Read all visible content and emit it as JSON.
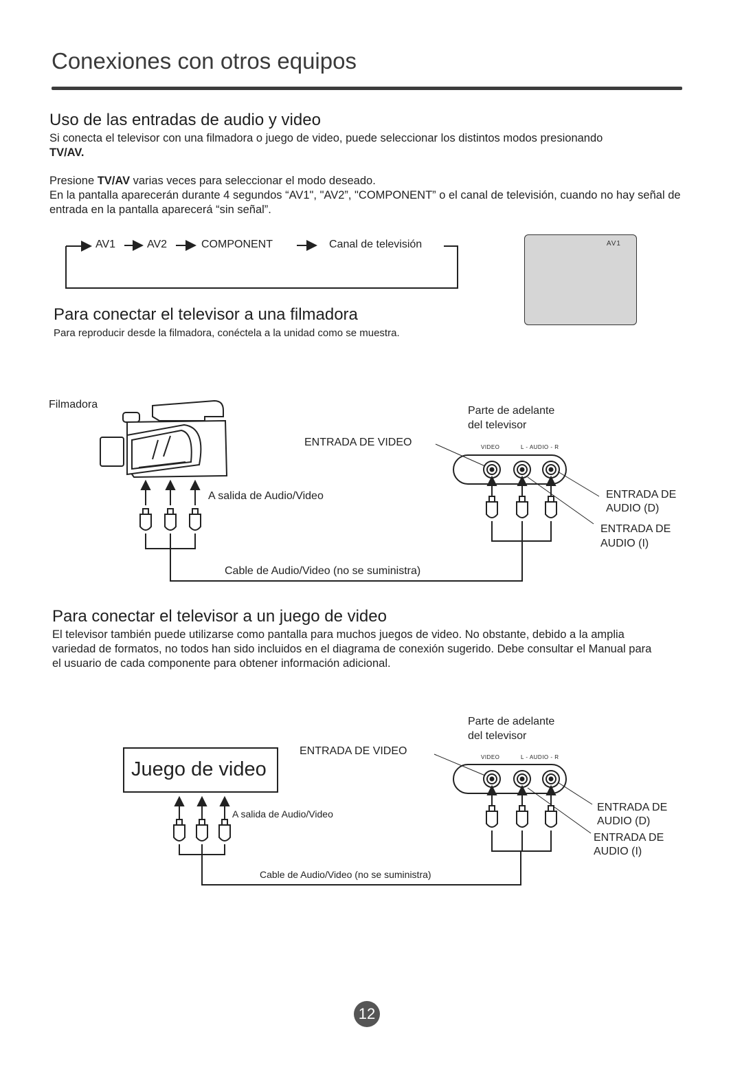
{
  "title": "Conexiones con otros equipos",
  "section_av": {
    "heading": "Uso de las entradas de audio y video",
    "para1": "Si conecta el televisor con una filmadora o juego de video, puede seleccionar los distintos modos presionando",
    "para1_bold": "TV/AV.",
    "para2_pre": "Presione ",
    "para2_bold": "TV/AV",
    "para2_post": " varias veces para seleccionar el modo deseado.",
    "para3": "En la pantalla aparecerán durante 4 segundos “AV1\", \"AV2”, \"COMPONENT” o el canal de televisión, cuando no hay señal de entrada en la pantalla aparecerá “sin señal”.",
    "cycle": [
      "AV1",
      "AV2",
      "COMPONENT",
      "Canal de televisión"
    ],
    "osd_label": "AV1"
  },
  "section_cam": {
    "heading": "Para conectar el televisor a una filmadora",
    "para": "Para reproducir desde la filmadora, conéctela a la unidad como se muestra.",
    "device_label": "Filmadora",
    "tv_front": [
      "Parte de adelante",
      "del televisor"
    ],
    "video_in": "ENTRADA DE VIDEO",
    "jack_video": "VIDEO",
    "jack_audio": "L - AUDIO - R",
    "out_label": "A salida de Audio/Video",
    "audio_r": [
      "ENTRADA DE",
      "AUDIO (D)"
    ],
    "audio_l": [
      "ENTRADA DE",
      "AUDIO (I)"
    ],
    "cable": "Cable de Audio/Video (no se suministra)"
  },
  "section_game": {
    "heading": "Para conectar el televisor a un juego de video",
    "para": "El televisor también puede utilizarse como pantalla para muchos juegos de video. No obstante, debido a la amplia variedad de formatos, no todos han sido incluidos en el diagrama de conexión sugerido. Debe consultar el Manual para el usuario de cada componente para obtener información adicional.",
    "device_label": "Juego de video",
    "tv_front": [
      "Parte de adelante",
      "del televisor"
    ],
    "video_in": "ENTRADA DE VIDEO",
    "jack_video": "VIDEO",
    "jack_audio": "L - AUDIO - R",
    "out_label": "A salida de Audio/Video",
    "audio_r": [
      "ENTRADA DE",
      "AUDIO (D)"
    ],
    "audio_l": [
      "ENTRADA DE",
      "AUDIO (I)"
    ],
    "cable": "Cable de Audio/Video (no se suministra)"
  },
  "page_number": "12"
}
